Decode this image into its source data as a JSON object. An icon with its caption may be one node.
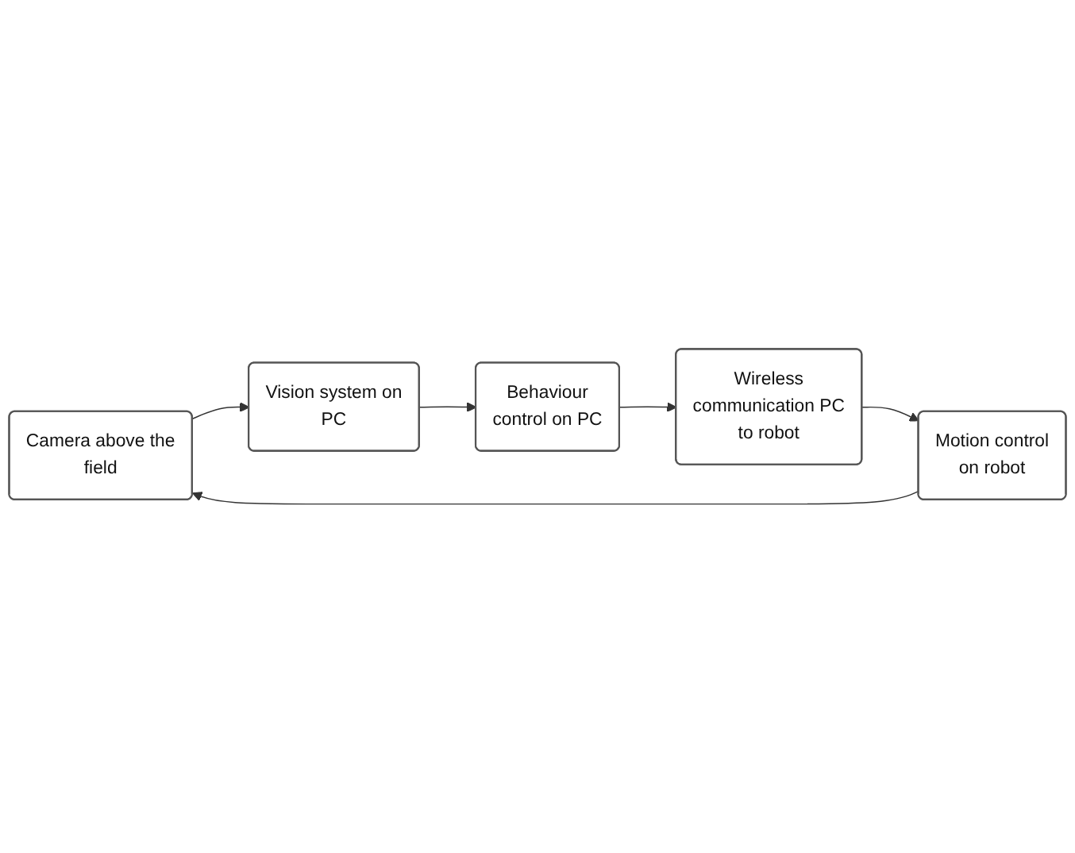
{
  "diagram": {
    "nodes": [
      {
        "text": [
          "Camera above the field"
        ]
      },
      {
        "text": [
          "Vision system on PC"
        ]
      },
      {
        "text": [
          "Behaviour control on PC"
        ]
      },
      {
        "text": [
          "Wireless communication PC to robot"
        ]
      },
      {
        "text": [
          "Motion control on robot"
        ]
      }
    ],
    "edges": [
      {
        "from": 0,
        "to": 1,
        "arrow": "to"
      },
      {
        "from": 1,
        "to": 2,
        "arrow": "to"
      },
      {
        "from": 2,
        "to": 3,
        "arrow": "to"
      },
      {
        "from": 3,
        "to": 4,
        "arrow": "to"
      },
      {
        "from": 4,
        "to": 0,
        "arrow": "to"
      }
    ]
  }
}
